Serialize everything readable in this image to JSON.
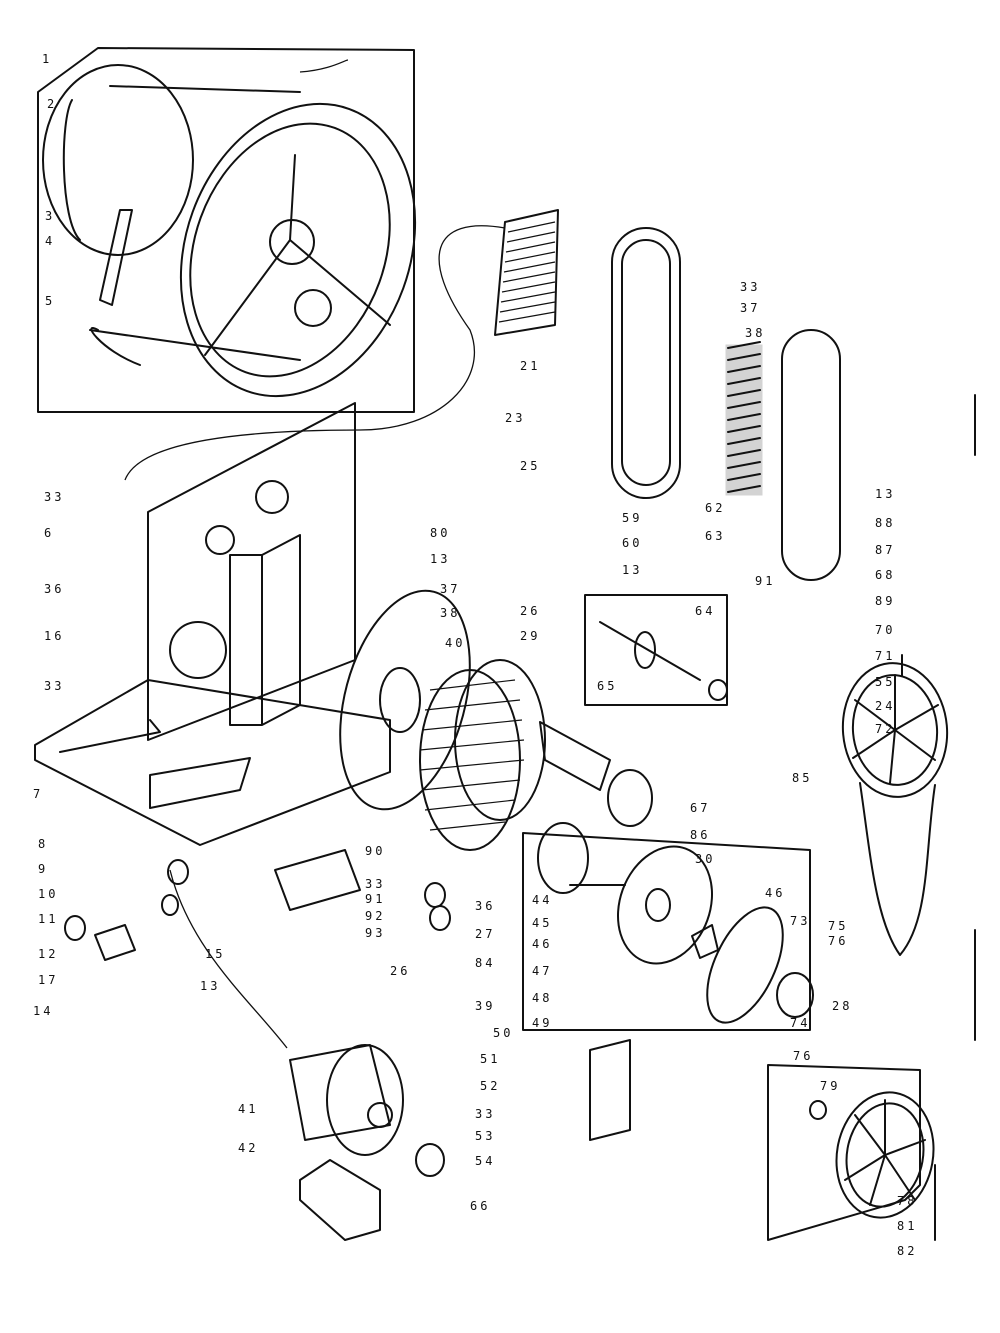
{
  "diagram": {
    "callouts": [
      {
        "id": "c1",
        "text": "1"
      },
      {
        "id": "c2",
        "text": "2"
      },
      {
        "id": "c3",
        "text": "3"
      },
      {
        "id": "c4",
        "text": "4"
      },
      {
        "id": "c5",
        "text": "5"
      },
      {
        "id": "c21",
        "text": "21"
      },
      {
        "id": "c23",
        "text": "23"
      },
      {
        "id": "c33a",
        "text": "33"
      },
      {
        "id": "c37a",
        "text": "37"
      },
      {
        "id": "c38a",
        "text": "38"
      },
      {
        "id": "c25",
        "text": "25"
      },
      {
        "id": "c59",
        "text": "59"
      },
      {
        "id": "c62",
        "text": "62"
      },
      {
        "id": "c63",
        "text": "63"
      },
      {
        "id": "c13a",
        "text": "13"
      },
      {
        "id": "c60",
        "text": "60"
      },
      {
        "id": "c13b",
        "text": "13"
      },
      {
        "id": "c91a",
        "text": "91"
      },
      {
        "id": "c88",
        "text": "88"
      },
      {
        "id": "c87",
        "text": "87"
      },
      {
        "id": "c68",
        "text": "68"
      },
      {
        "id": "c89",
        "text": "89"
      },
      {
        "id": "c33b",
        "text": "33"
      },
      {
        "id": "c6",
        "text": "6"
      },
      {
        "id": "c36a",
        "text": "36"
      },
      {
        "id": "c80",
        "text": "80"
      },
      {
        "id": "c13c",
        "text": "13"
      },
      {
        "id": "c16",
        "text": "16"
      },
      {
        "id": "c33c",
        "text": "33"
      },
      {
        "id": "c37b",
        "text": "37"
      },
      {
        "id": "c38b",
        "text": "38"
      },
      {
        "id": "c40",
        "text": "40"
      },
      {
        "id": "c26a",
        "text": "26"
      },
      {
        "id": "c29",
        "text": "29"
      },
      {
        "id": "c64",
        "text": "64"
      },
      {
        "id": "c65",
        "text": "65"
      },
      {
        "id": "c70",
        "text": "70"
      },
      {
        "id": "c71",
        "text": "71"
      },
      {
        "id": "c55",
        "text": "55"
      },
      {
        "id": "c24",
        "text": "24"
      },
      {
        "id": "c72",
        "text": "72"
      },
      {
        "id": "c85",
        "text": "85"
      },
      {
        "id": "c67",
        "text": "67"
      },
      {
        "id": "c86",
        "text": "86"
      },
      {
        "id": "c30",
        "text": "30"
      },
      {
        "id": "c7",
        "text": "7"
      },
      {
        "id": "c8",
        "text": "8"
      },
      {
        "id": "c9",
        "text": "9"
      },
      {
        "id": "c10",
        "text": "10"
      },
      {
        "id": "c11",
        "text": "11"
      },
      {
        "id": "c12",
        "text": "12"
      },
      {
        "id": "c17",
        "text": "17"
      },
      {
        "id": "c14",
        "text": "14"
      },
      {
        "id": "c15",
        "text": "15"
      },
      {
        "id": "c13d",
        "text": "13"
      },
      {
        "id": "c90",
        "text": "90"
      },
      {
        "id": "c33d",
        "text": "33"
      },
      {
        "id": "c91b",
        "text": "91"
      },
      {
        "id": "c92",
        "text": "92"
      },
      {
        "id": "c93",
        "text": "93"
      },
      {
        "id": "c36b",
        "text": "36"
      },
      {
        "id": "c27",
        "text": "27"
      },
      {
        "id": "c84",
        "text": "84"
      },
      {
        "id": "c26b",
        "text": "26"
      },
      {
        "id": "c39",
        "text": "39"
      },
      {
        "id": "c44",
        "text": "44"
      },
      {
        "id": "c45",
        "text": "45"
      },
      {
        "id": "c46a",
        "text": "46"
      },
      {
        "id": "c47",
        "text": "47"
      },
      {
        "id": "c48",
        "text": "48"
      },
      {
        "id": "c49",
        "text": "49"
      },
      {
        "id": "c46b",
        "text": "46"
      },
      {
        "id": "c73",
        "text": "73"
      },
      {
        "id": "c28",
        "text": "28"
      },
      {
        "id": "c74",
        "text": "74"
      },
      {
        "id": "c75",
        "text": "75"
      },
      {
        "id": "c76a",
        "text": "76"
      },
      {
        "id": "c50",
        "text": "50"
      },
      {
        "id": "c51",
        "text": "51"
      },
      {
        "id": "c52",
        "text": "52"
      },
      {
        "id": "c53",
        "text": "53"
      },
      {
        "id": "c33e",
        "text": "33"
      },
      {
        "id": "c54",
        "text": "54"
      },
      {
        "id": "c41",
        "text": "41"
      },
      {
        "id": "c42",
        "text": "42"
      },
      {
        "id": "c66",
        "text": "66"
      },
      {
        "id": "c76b",
        "text": "76"
      },
      {
        "id": "c79",
        "text": "79"
      },
      {
        "id": "c78",
        "text": "78"
      },
      {
        "id": "c81",
        "text": "81"
      },
      {
        "id": "c82",
        "text": "82"
      }
    ]
  }
}
